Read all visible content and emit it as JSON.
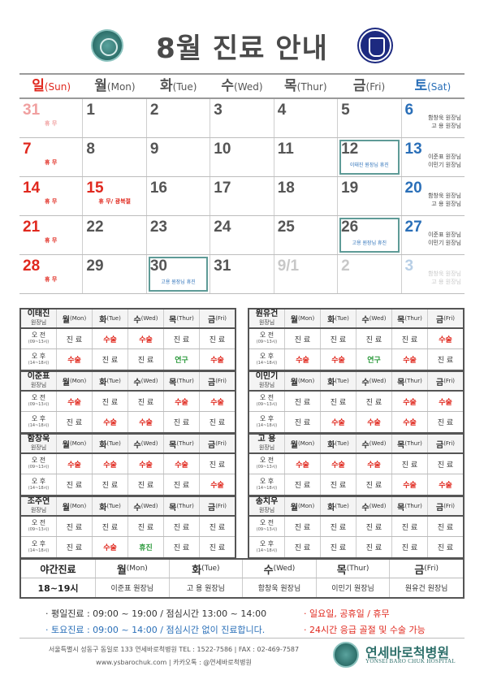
{
  "header": {
    "title": "8월 진료 안내"
  },
  "calendar": {
    "days": [
      {
        "big": "일",
        "sm": "(Sun)"
      },
      {
        "big": "월",
        "sm": "(Mon)"
      },
      {
        "big": "화",
        "sm": "(Tue)"
      },
      {
        "big": "수",
        "sm": "(Wed)"
      },
      {
        "big": "목",
        "sm": "(Thur)"
      },
      {
        "big": "금",
        "sm": "(Fri)"
      },
      {
        "big": "토",
        "sm": "(Sat)"
      }
    ],
    "weeks": [
      [
        {
          "n": "31",
          "faded": true,
          "note": "휴 무"
        },
        {
          "n": "1"
        },
        {
          "n": "2"
        },
        {
          "n": "3"
        },
        {
          "n": "4"
        },
        {
          "n": "5"
        },
        {
          "n": "6",
          "sat_lines": [
            "함창욱 원장님",
            "고 용 원장님"
          ]
        }
      ],
      [
        {
          "n": "7",
          "note": "휴 무"
        },
        {
          "n": "8"
        },
        {
          "n": "9"
        },
        {
          "n": "10"
        },
        {
          "n": "11"
        },
        {
          "n": "12",
          "boxed": true,
          "boxnote": "이태진 원장님 휴진"
        },
        {
          "n": "13",
          "sat_lines": [
            "이준표 원장님",
            "이민기 원장님"
          ]
        }
      ],
      [
        {
          "n": "14",
          "note": "휴 무"
        },
        {
          "n": "15",
          "red": true,
          "note": "휴 무/ 광복절"
        },
        {
          "n": "16"
        },
        {
          "n": "17"
        },
        {
          "n": "18"
        },
        {
          "n": "19"
        },
        {
          "n": "20",
          "sat_lines": [
            "함창욱 원장님",
            "고 용 원장님"
          ]
        }
      ],
      [
        {
          "n": "21",
          "note": "휴 무"
        },
        {
          "n": "22"
        },
        {
          "n": "23"
        },
        {
          "n": "24"
        },
        {
          "n": "25"
        },
        {
          "n": "26",
          "boxed": true,
          "boxnote": "고용 원장님 휴진"
        },
        {
          "n": "27",
          "sat_lines": [
            "이준표 원장님",
            "이민기 원장님"
          ]
        }
      ],
      [
        {
          "n": "28",
          "note": "휴 무"
        },
        {
          "n": "29"
        },
        {
          "n": "30",
          "boxed": true,
          "boxnote": "고용 원장님 휴진"
        },
        {
          "n": "31"
        },
        {
          "n": "9/1",
          "faded": true
        },
        {
          "n": "2",
          "faded": true
        },
        {
          "n": "3",
          "faded": true,
          "sat_lines": [
            "함창욱 원장님",
            "고 용 원장님"
          ]
        }
      ]
    ]
  },
  "schedule": {
    "days": [
      {
        "big": "월",
        "sm": "(Mon)"
      },
      {
        "big": "화",
        "sm": "(Tue)"
      },
      {
        "big": "수",
        "sm": "(Wed)"
      },
      {
        "big": "목",
        "sm": "(Thur)"
      },
      {
        "big": "금",
        "sm": "(Fri)"
      }
    ],
    "am": {
      "label": "오 전",
      "time": "(09~13시)"
    },
    "pm": {
      "label": "오 후",
      "time": "(14~18시)"
    },
    "doctors": [
      {
        "name": "이태진",
        "title": "원장님",
        "am": [
          "진 료",
          "수술",
          "수술",
          "진 료",
          "진 료"
        ],
        "pm": [
          "수술",
          "진 료",
          "진 료",
          "연구",
          "수술"
        ]
      },
      {
        "name": "원유건",
        "title": "원장님",
        "am": [
          "진 료",
          "진 료",
          "진 료",
          "진 료",
          "수술"
        ],
        "pm": [
          "수술",
          "수술",
          "연구",
          "수술",
          "진 료"
        ]
      },
      {
        "name": "이준표",
        "title": "원장님",
        "am": [
          "수술",
          "진 료",
          "진 료",
          "수술",
          "수술"
        ],
        "pm": [
          "진 료",
          "수술",
          "수술",
          "진 료",
          "진 료"
        ]
      },
      {
        "name": "이민기",
        "title": "원장님",
        "am": [
          "진 료",
          "진 료",
          "진 료",
          "수술",
          "수술"
        ],
        "pm": [
          "진 료",
          "수술",
          "수술",
          "수술",
          "진 료"
        ]
      },
      {
        "name": "함창욱",
        "title": "원장님",
        "am": [
          "수술",
          "수술",
          "수술",
          "수술",
          "진 료"
        ],
        "pm": [
          "진 료",
          "진 료",
          "진 료",
          "진 료",
          "수술"
        ]
      },
      {
        "name": "고  용",
        "title": "원장님",
        "am": [
          "수술",
          "수술",
          "수술",
          "진 료",
          "진 료"
        ],
        "pm": [
          "진 료",
          "진 료",
          "진 료",
          "수술",
          "수술"
        ]
      },
      {
        "name": "조주연",
        "title": "원장님",
        "am": [
          "진 료",
          "진 료",
          "진 료",
          "진 료",
          "진 료"
        ],
        "pm": [
          "진 료",
          "수술",
          "휴진",
          "진 료",
          "진 료"
        ]
      },
      {
        "name": "송치우",
        "title": "원장님",
        "am": [
          "진 료",
          "진 료",
          "진 료",
          "진 료",
          "진 료"
        ],
        "pm": [
          "진 료",
          "진 료",
          "진 료",
          "진 료",
          "진 료"
        ]
      }
    ]
  },
  "night": {
    "title": "야간진료",
    "hours": "18~19시",
    "days": [
      {
        "big": "월",
        "sm": "(Mon)",
        "doctor": "이준표 원장님"
      },
      {
        "big": "화",
        "sm": "(Tue)",
        "doctor": "고  용 원장님"
      },
      {
        "big": "수",
        "sm": "(Wed)",
        "doctor": "함창욱 원장님"
      },
      {
        "big": "목",
        "sm": "(Thur)",
        "doctor": "이민기 원장님"
      },
      {
        "big": "금",
        "sm": "(Fri)",
        "doctor": "원유건 원장님"
      }
    ]
  },
  "info": {
    "weekday": "· 평일진료 : 09:00 ~ 19:00 / 점심시간 13:00 ~ 14:00",
    "saturday": "· 토요진료 : 09:00 ~ 14:00 / 점심시간 없이 진료합니다.",
    "closed": "· 일요일, 공휴일 / 휴무",
    "emergency": "· 24시간 응급 골절 및 수술 가능"
  },
  "footer": {
    "address": "서울특별시 성동구 동일로 133 연세바로척병원   TEL : 1522-7586  |  FAX : 02-469-7587",
    "web": "www.ysbarochuk.com  |  카카오톡 : @연세바로척병원",
    "brand": "연세바로척병원",
    "brand_en": "YONSEI BARO CHUK HOSPITAL"
  },
  "colors": {
    "sunday": "#e0281e",
    "saturday": "#2a6fb8",
    "surgery": "#e0281e",
    "research": "#2c9a3c",
    "brand": "#2d6f6a"
  }
}
